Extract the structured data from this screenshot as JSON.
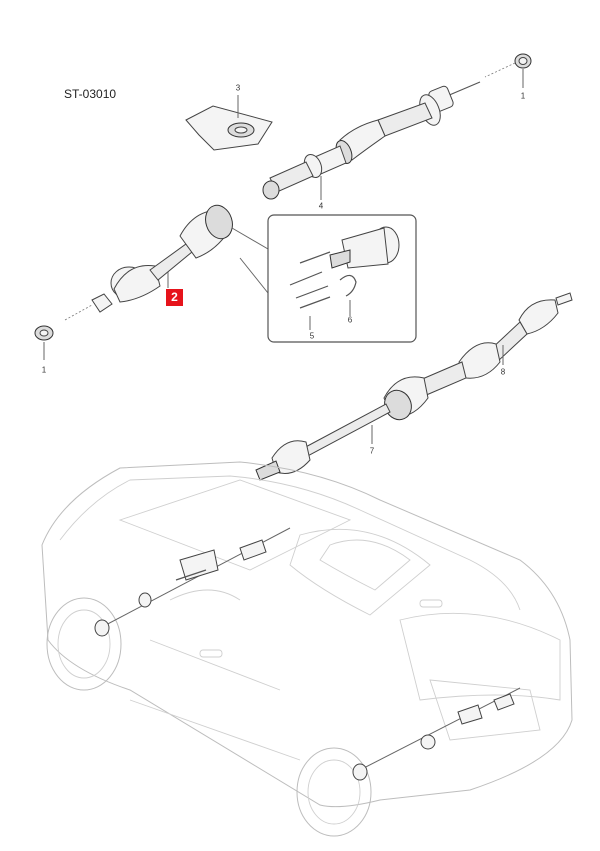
{
  "diagram_code": "ST-03010",
  "highlight_badge": {
    "label": "2",
    "color": "#e6131b"
  },
  "callouts": {
    "c1_top": "1",
    "c1_left": "1",
    "c3": "3",
    "c4": "4",
    "c5": "5",
    "c6": "6",
    "c7": "7",
    "c8": "8"
  },
  "icons": {
    "nut": "nut-icon",
    "bracket": "bracket-icon",
    "shaft": "drive-shaft-icon",
    "vehicle": "vehicle-outline-icon"
  }
}
